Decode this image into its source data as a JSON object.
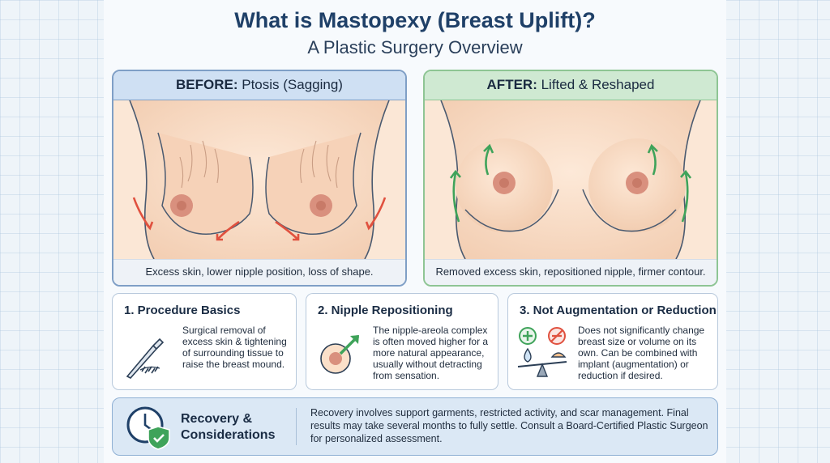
{
  "header": {
    "title": "What is Mastopexy (Breast Uplift)?",
    "subtitle": "A Plastic Surgery Overview"
  },
  "before_panel": {
    "label_bold": "BEFORE:",
    "label_rest": " Ptosis (Sagging)",
    "caption": "Excess skin, lower nipple position, loss of shape."
  },
  "after_panel": {
    "label_bold": "AFTER:",
    "label_rest": " Lifted & Reshaped",
    "caption": "Removed excess skin, repositioned nipple, firmer contour."
  },
  "cards": [
    {
      "title": "1. Procedure Basics",
      "text": "Surgical removal of excess skin & tightening of surrounding tissue to raise the breast mound.",
      "icon": "scalpel-icon"
    },
    {
      "title": "2. Nipple Repositioning",
      "text": "The nipple-areola complex is often moved higher for a more natural appearance, usually without detracting from sensation.",
      "icon": "nipple-arrow-icon"
    },
    {
      "title": "3. Not Augmentation or Reduction",
      "text": "Does not significantly change breast size or volume on its own. Can be combined with implant (augmentation) or reduction if desired.",
      "icon": "balance-scale-icon"
    }
  ],
  "recovery": {
    "title": "Recovery & Considerations",
    "text": "Recovery involves support garments, restricted activity, and scar management. Final results may take several months to fully settle. Consult a Board-Certified Plastic Surgeon for personalized assessment.",
    "icon": "clock-shield-icon"
  },
  "colors": {
    "navy": "#1f4068",
    "before_accent": "#7f9fc6",
    "after_accent": "#8ec594",
    "skin": "#fbe0c9",
    "areola": "#d9907e",
    "arrow_down": "#e0513f",
    "arrow_up": "#3fa35a"
  }
}
